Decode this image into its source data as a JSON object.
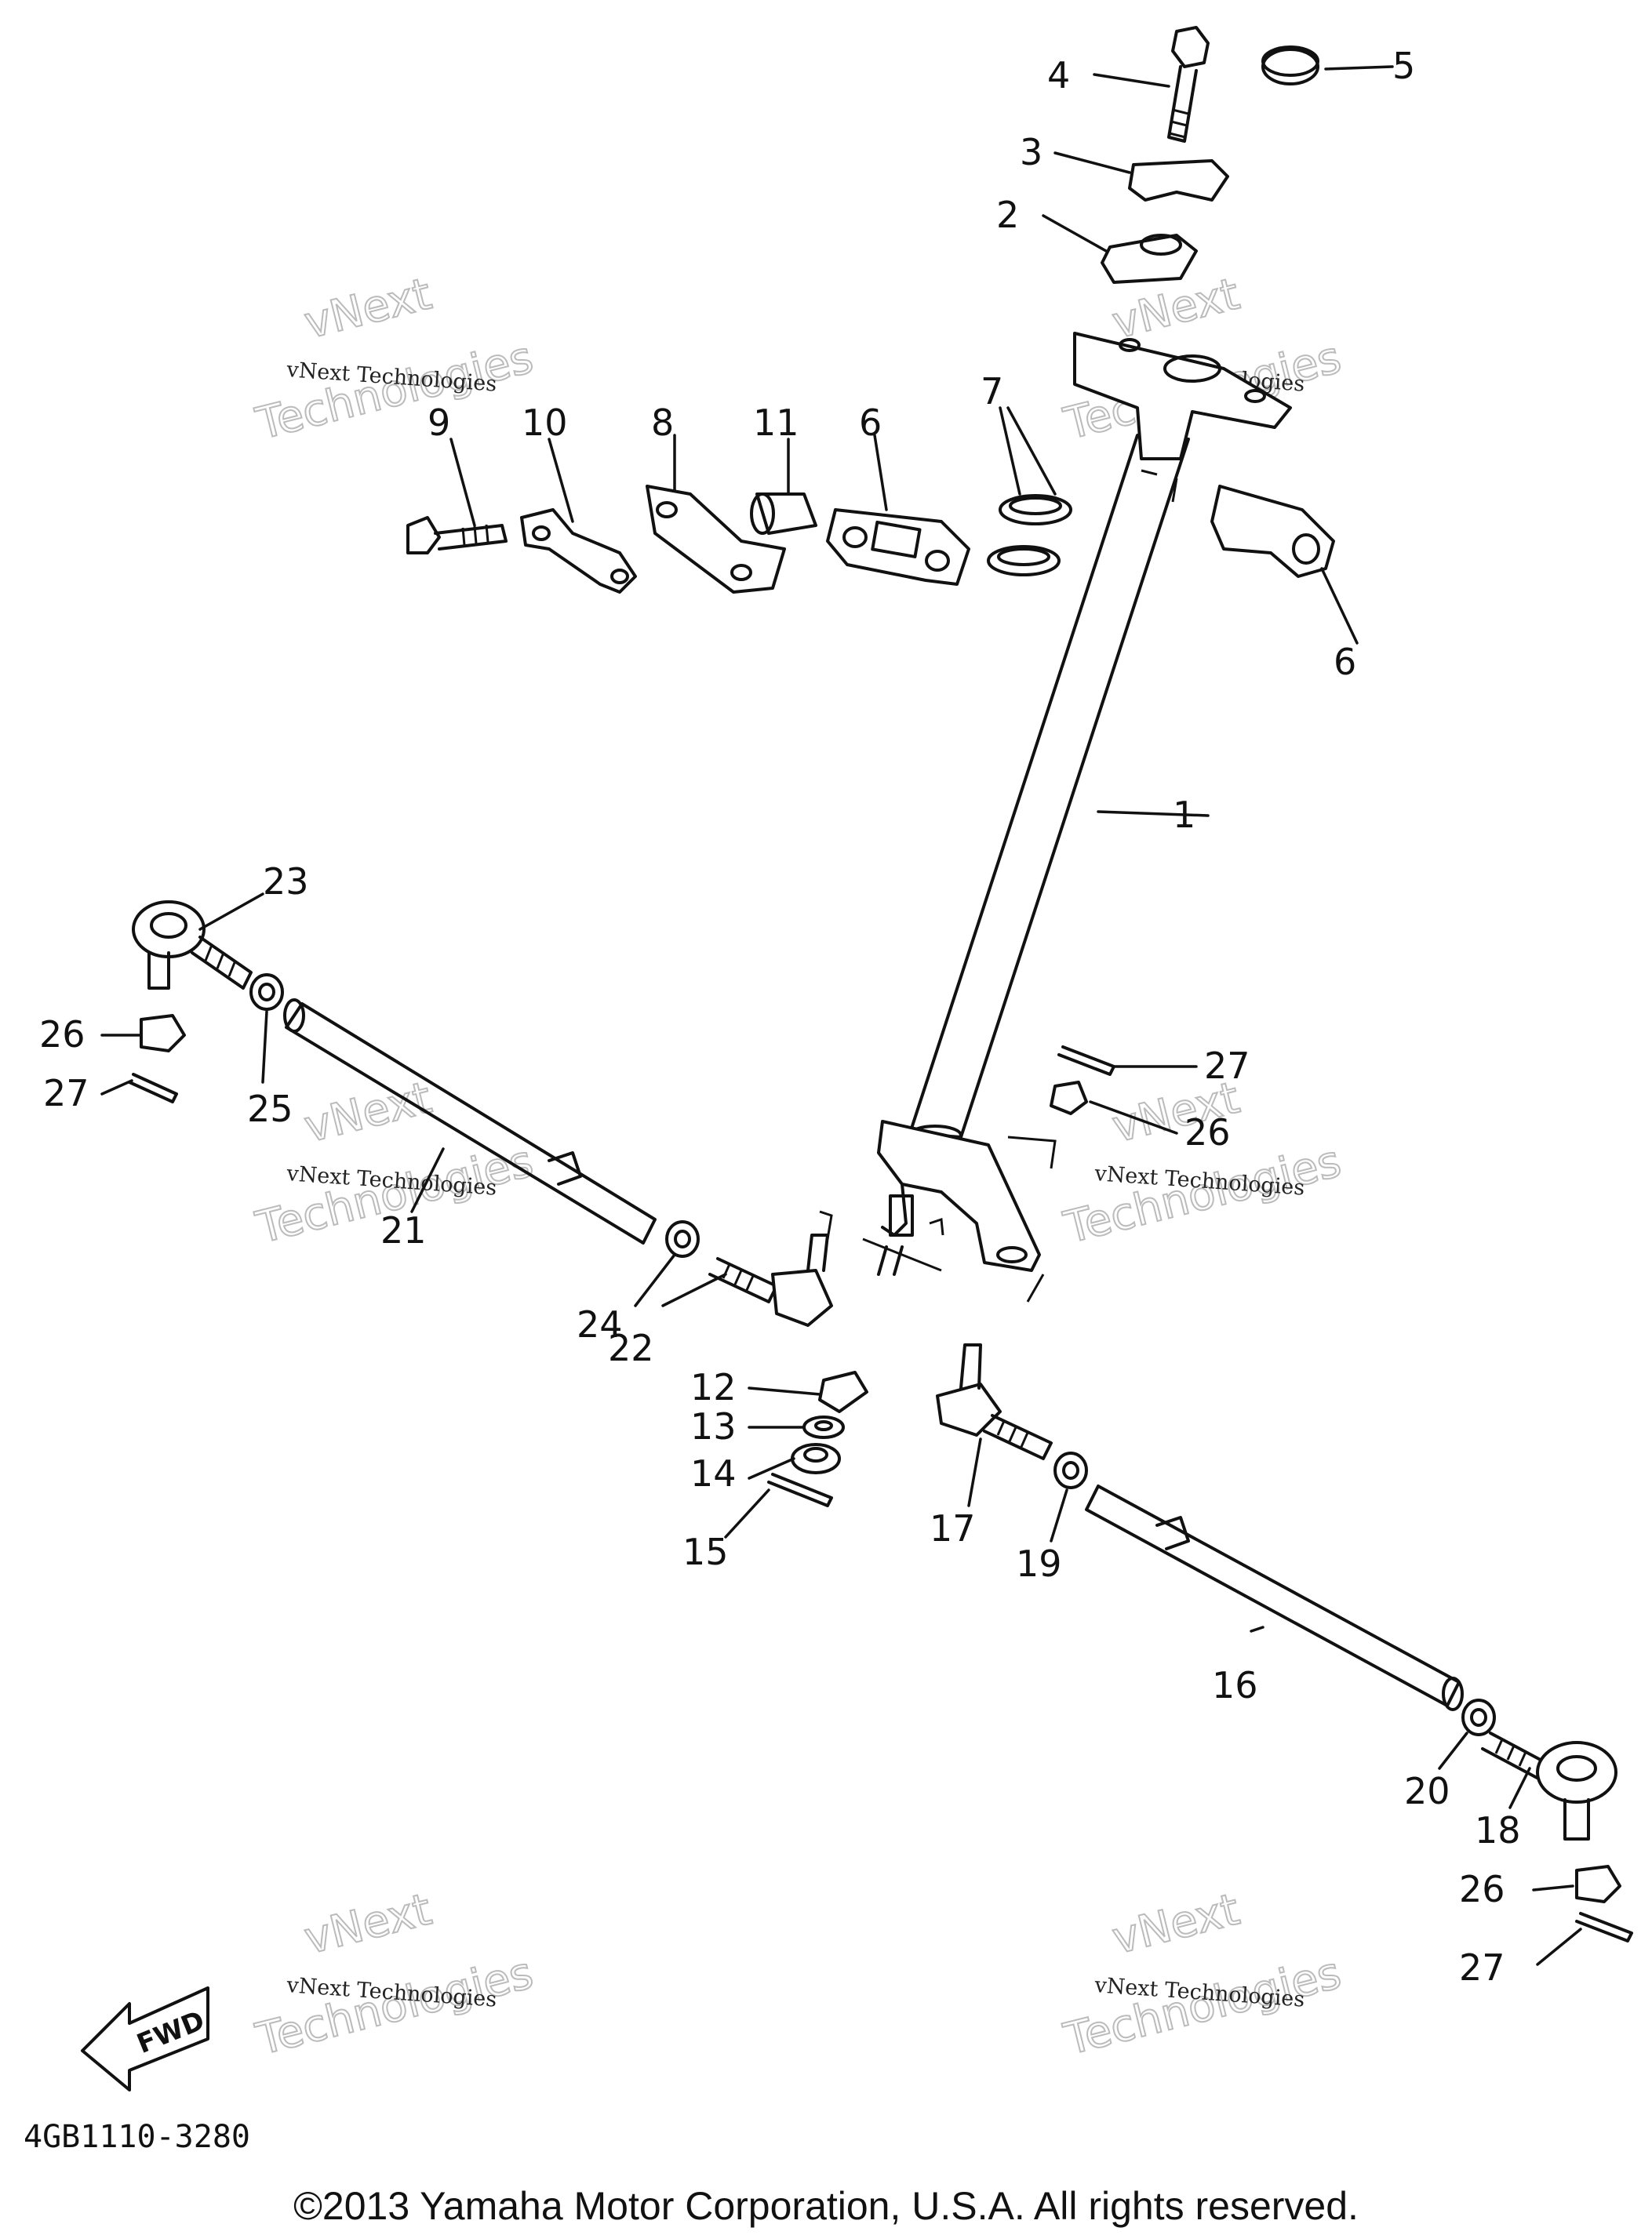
{
  "diagram": {
    "drawing_code": "4GB1110-3280",
    "copyright": "©2013 Yamaha Motor Corporation, U.S.A. All rights reserved.",
    "direction_label": "FWD",
    "watermark": {
      "line1": "vNext Technologies",
      "line2": "vNext",
      "line3": "Technologies"
    },
    "callouts": [
      {
        "id": "c1",
        "label": "1"
      },
      {
        "id": "c2",
        "label": "2"
      },
      {
        "id": "c3",
        "label": "3"
      },
      {
        "id": "c4",
        "label": "4"
      },
      {
        "id": "c5",
        "label": "5"
      },
      {
        "id": "c6a",
        "label": "6"
      },
      {
        "id": "c6b",
        "label": "6"
      },
      {
        "id": "c7",
        "label": "7"
      },
      {
        "id": "c8",
        "label": "8"
      },
      {
        "id": "c9",
        "label": "9"
      },
      {
        "id": "c10",
        "label": "10"
      },
      {
        "id": "c11",
        "label": "11"
      },
      {
        "id": "c12",
        "label": "12"
      },
      {
        "id": "c13",
        "label": "13"
      },
      {
        "id": "c14",
        "label": "14"
      },
      {
        "id": "c15",
        "label": "15"
      },
      {
        "id": "c16",
        "label": "16"
      },
      {
        "id": "c17",
        "label": "17"
      },
      {
        "id": "c18",
        "label": "18"
      },
      {
        "id": "c19",
        "label": "19"
      },
      {
        "id": "c20",
        "label": "20"
      },
      {
        "id": "c21",
        "label": "21"
      },
      {
        "id": "c22",
        "label": "22"
      },
      {
        "id": "c23",
        "label": "23"
      },
      {
        "id": "c24",
        "label": "24"
      },
      {
        "id": "c25",
        "label": "25"
      },
      {
        "id": "c26a",
        "label": "26"
      },
      {
        "id": "c26b",
        "label": "26"
      },
      {
        "id": "c26c",
        "label": "26"
      },
      {
        "id": "c27a",
        "label": "27"
      },
      {
        "id": "c27b",
        "label": "27"
      },
      {
        "id": "c27c",
        "label": "27"
      }
    ]
  }
}
